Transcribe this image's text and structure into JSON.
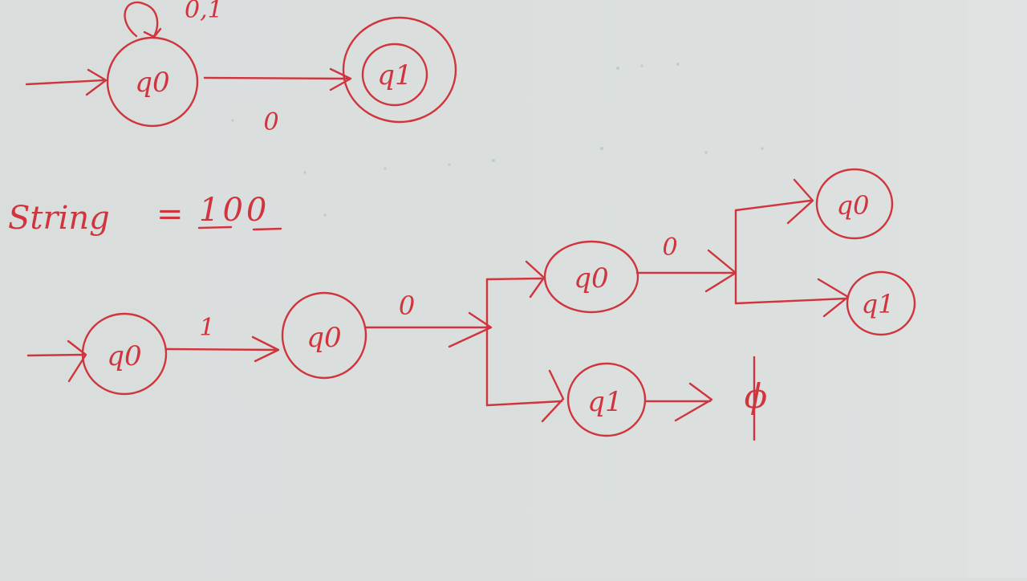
{
  "ink_color": "#d0343c",
  "board_color": "#d9dedd",
  "top_nfa": {
    "loop_label": "0,1",
    "q0_label": "q0",
    "q1_label": "q1",
    "edge_label": "0"
  },
  "string_line": {
    "label": "String",
    "equals": "=",
    "value": "100"
  },
  "trace": {
    "s1_label": "q0",
    "s2_label": "q0",
    "s3a_label": "q0",
    "s3b_label": "q1",
    "s4a_label": "q0",
    "s4b_label": "q1",
    "edge1_label": "1",
    "edge2_label": "0",
    "edge3_label": "0",
    "dead_symbol": "ϕ"
  }
}
